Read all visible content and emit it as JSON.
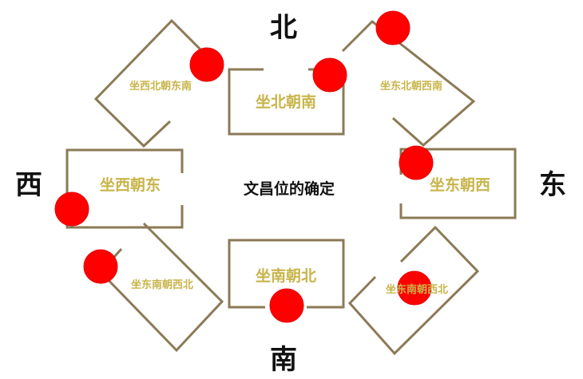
{
  "directions": {
    "north": "北",
    "south": "南",
    "west": "西",
    "east": "东"
  },
  "center_label": "文昌位的确定",
  "rooms": {
    "north": "坐北朝南",
    "south": "坐南朝北",
    "west": "坐西朝东",
    "east": "坐东朝西",
    "northwest": "坐西北朝东南",
    "northeast": "坐东北朝西南",
    "southwest": "坐东南朝西北",
    "southeast": "坐东南朝西北"
  },
  "colors": {
    "frame": "#8b7a55",
    "room_text": "#c8b44a",
    "marker": "#ff0000",
    "direction_text": "#111111"
  }
}
